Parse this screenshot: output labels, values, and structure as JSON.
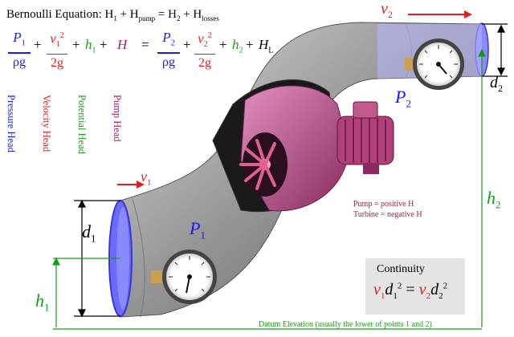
{
  "title": {
    "prefix": "Bernoulli Equation: ",
    "h1": "H",
    "s1": "1",
    "plus1": " + H",
    "spump": "pump",
    "eq": " = H",
    "s2": "2",
    "plus2": " + H",
    "slosses": "losses"
  },
  "equation": {
    "p1": "P",
    "p1s": "1",
    "rhog1": "ρg",
    "v1": "v",
    "v1s": "1",
    "v1sq": "2",
    "g1": "2g",
    "plus": "+",
    "h1": "h",
    "h1s": "1",
    "H": "H",
    "equals": "=",
    "p2": "P",
    "p2s": "2",
    "rhog2": "ρg",
    "v2": "v",
    "v2s": "2",
    "v2sq": "2",
    "g2": "2g",
    "h2": "h",
    "h2s": "2",
    "HL": "H",
    "HLs": "L"
  },
  "head_labels": [
    {
      "text": "Pressure Head",
      "color": "#1a1aff"
    },
    {
      "text": "Velocity Head",
      "color": "#e02020"
    },
    {
      "text": "Potential Head",
      "color": "#1a9a1a"
    },
    {
      "text": "Pump Head",
      "color": "#a0206a"
    }
  ],
  "labels": {
    "v1": "v",
    "v1s": "1",
    "v2": "v",
    "v2s": "2",
    "d1": "d",
    "d1s": "1",
    "d2": "d",
    "d2s": "2",
    "P1": "P",
    "P1s": "1",
    "P2": "P",
    "P2s": "2",
    "h1": "h",
    "h1s": "1",
    "h2": "h",
    "h2s": "2",
    "pump_note": "Pump = positive H",
    "turbine_note": "Turbine = negative H",
    "datum": "Datum Elevation (usually the lower of points 1 and 2)"
  },
  "continuity": {
    "title": "Continuity",
    "v1": "v",
    "v1s": "1",
    "d1": "d",
    "d1s": "1",
    "sq1": "2",
    "eq": "=",
    "v2": "v",
    "v2s": "2",
    "d2": "d",
    "d2s": "2",
    "sq2": "2"
  },
  "colors": {
    "pressure": "#1a1aff",
    "velocity": "#e02020",
    "potential": "#1a9a1a",
    "pump": "#a0206a",
    "pipe": "#9a9a9a",
    "pump_body": "#c0508a",
    "inlet": "#6a6aff"
  }
}
